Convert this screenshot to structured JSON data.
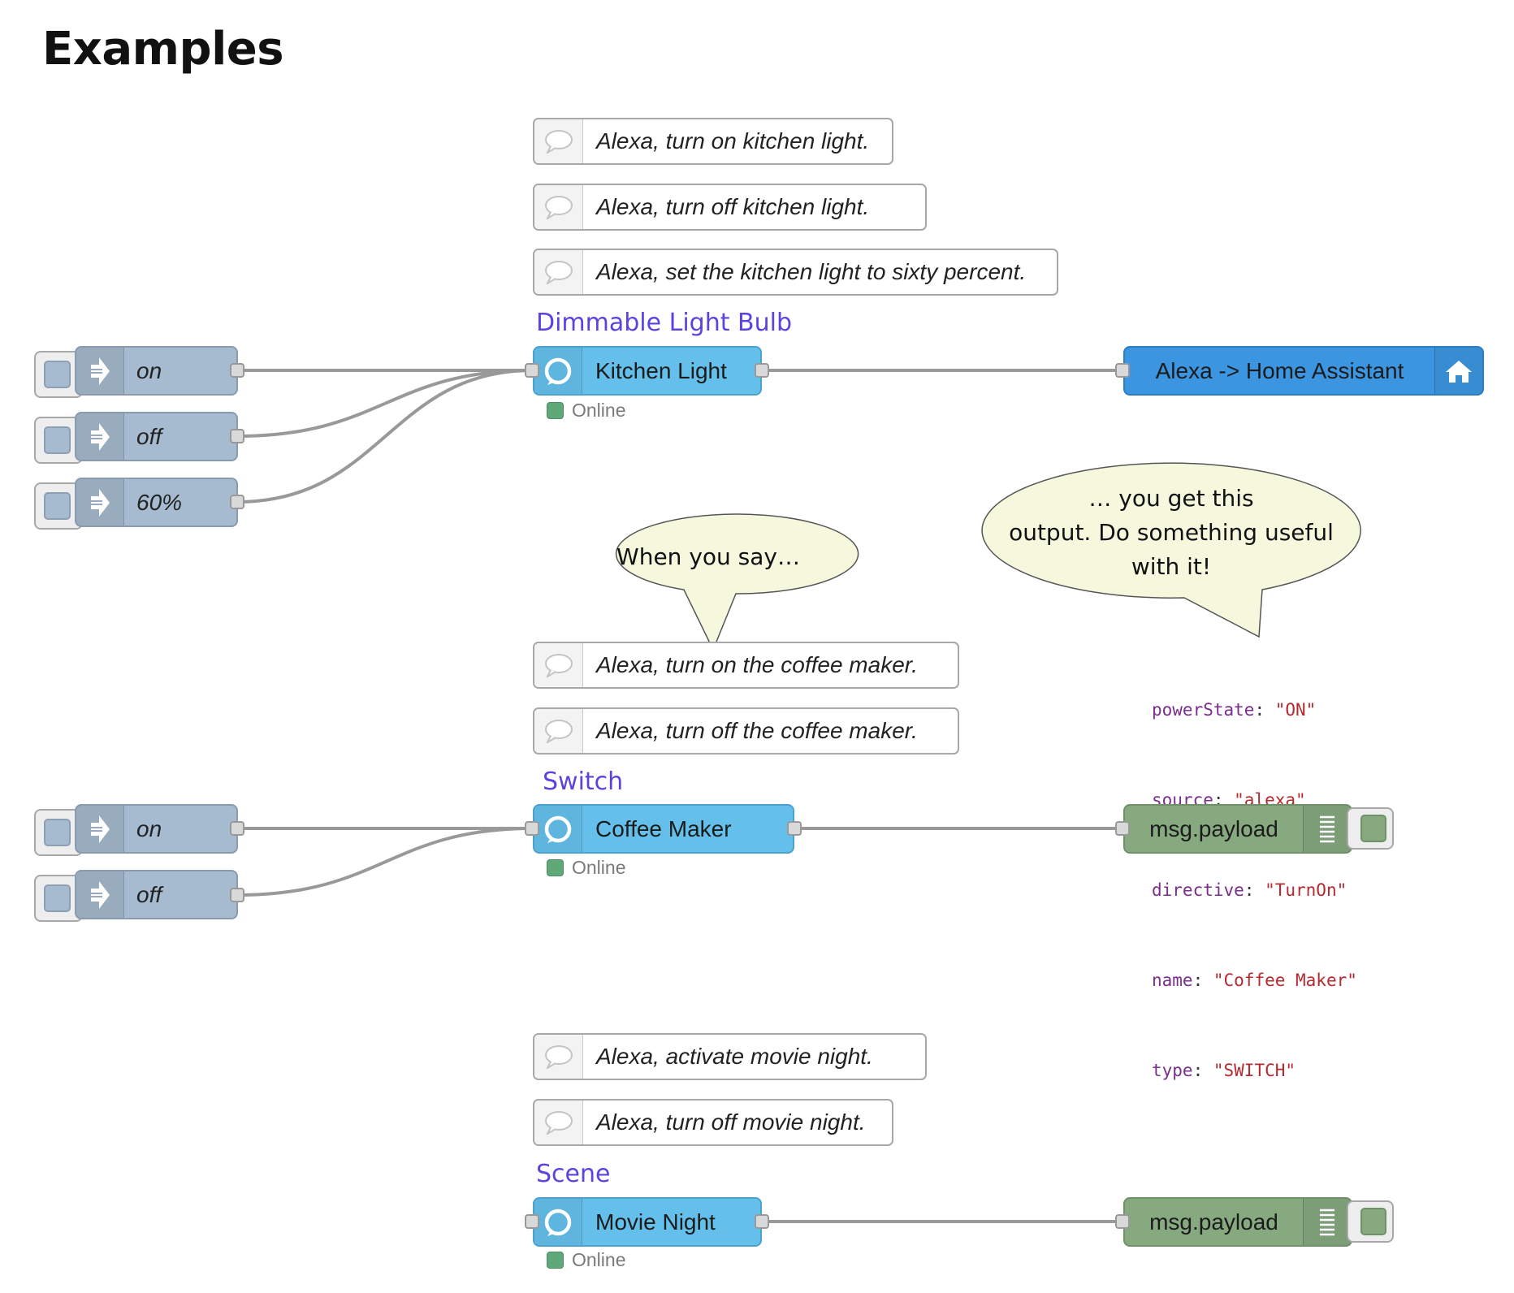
{
  "page": {
    "title": "Examples"
  },
  "colors": {
    "group_label": "#5a44e0",
    "inject_node": "#a6bbcf",
    "alexa_node": "#64c0ea",
    "home_assistant_node": "#3c95e0",
    "debug_node": "#87a980",
    "status_online": "#5fa878",
    "code_key": "#7a2d8c",
    "code_value": "#b5292f",
    "bubble_fill": "#f6f8de"
  },
  "sections": [
    {
      "group_label": "Dimmable Light Bulb",
      "comments": [
        "Alexa, turn on kitchen light.",
        "Alexa, turn off kitchen light.",
        "Alexa, set the kitchen light to sixty percent."
      ],
      "injects": [
        "on",
        "off",
        "60%"
      ],
      "device": {
        "name": "Kitchen Light",
        "icon": "alexa-ring-icon",
        "status": "Online"
      },
      "output": {
        "label": "Alexa -> Home Assistant",
        "icon": "home-icon"
      }
    },
    {
      "group_label": "Switch",
      "comments": [
        "Alexa, turn on the coffee maker.",
        "Alexa, turn off the coffee maker."
      ],
      "injects": [
        "on",
        "off"
      ],
      "device": {
        "name": "Coffee Maker",
        "icon": "alexa-ring-icon",
        "status": "Online"
      },
      "output": {
        "label": "msg.payload",
        "icon": "list-icon"
      }
    },
    {
      "group_label": "Scene",
      "comments": [
        "Alexa, activate movie night.",
        "Alexa, turn off movie night."
      ],
      "device": {
        "name": "Movie Night",
        "icon": "alexa-ring-icon",
        "status": "Online"
      },
      "output": {
        "label": "msg.payload",
        "icon": "list-icon"
      }
    }
  ],
  "callouts": {
    "say": "When you say…",
    "output_lines": [
      "… you get this",
      "output. Do something useful",
      "with it!"
    ]
  },
  "payload_example": [
    {
      "key": "powerState",
      "value": "\"ON\""
    },
    {
      "key": "source",
      "value": "\"alexa\""
    },
    {
      "key": "directive",
      "value": "\"TurnOn\""
    },
    {
      "key": "name",
      "value": "\"Coffee Maker\""
    },
    {
      "key": "type",
      "value": "\"SWITCH\""
    }
  ]
}
